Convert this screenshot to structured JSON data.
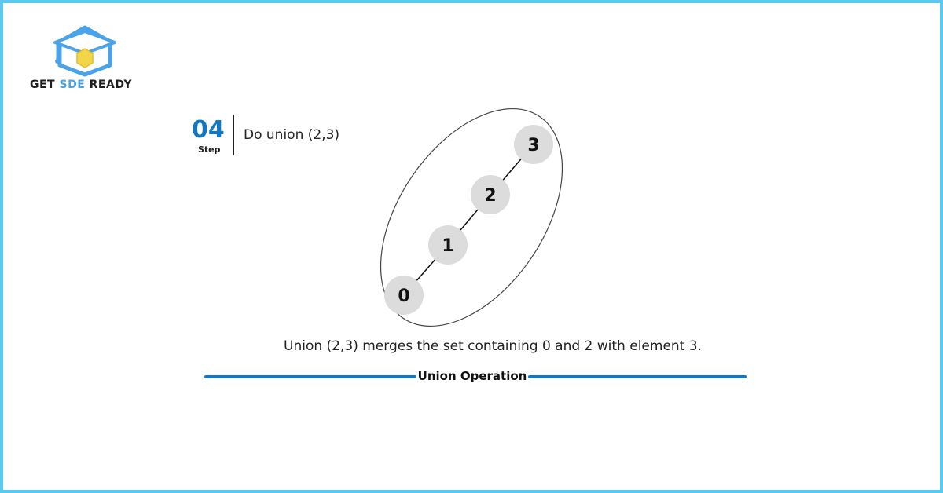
{
  "brand": {
    "name_prefix": "GET ",
    "name_accent": "SDE",
    "name_suffix": " READY",
    "primary_color": "#1477c4",
    "accent_color": "#4aa3e8",
    "icon": "graduation-cap-hexagon-icon"
  },
  "step": {
    "number": "04",
    "word": "Step",
    "title": "Do union (2,3)"
  },
  "diagram": {
    "nodes": [
      "0",
      "1",
      "2",
      "3"
    ],
    "edges": [
      [
        "0",
        "1"
      ],
      [
        "1",
        "2"
      ],
      [
        "2",
        "3"
      ]
    ],
    "set_members": [
      "0",
      "1",
      "2",
      "3"
    ],
    "node_fill": "#dcdcdc"
  },
  "caption": "Union (2,3) merges the set containing 0 and 2 with element 3.",
  "section_label": "Union Operation"
}
